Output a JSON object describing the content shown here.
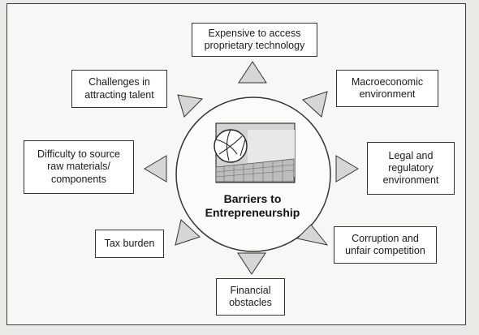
{
  "center": {
    "label": "Barriers to\nEntrepreneurship",
    "image": "volleyball-net-illustration"
  },
  "barriers": [
    {
      "key": "technology",
      "label": "Expensive to access\nproprietary technology"
    },
    {
      "key": "macroeconomic",
      "label": "Macroeconomic\nenvironment"
    },
    {
      "key": "legal",
      "label": "Legal and\nregulatory\nenvironment"
    },
    {
      "key": "corruption",
      "label": "Corruption and\nunfair competition"
    },
    {
      "key": "financial",
      "label": "Financial\nobstacles"
    },
    {
      "key": "tax",
      "label": "Tax burden"
    },
    {
      "key": "raw-materials",
      "label": "Difficulty to source\nraw materials/\ncomponents"
    },
    {
      "key": "talent",
      "label": "Challenges in\nattracting talent"
    }
  ],
  "colors": {
    "arrow_fill": "#d6d6d6",
    "border": "#333333",
    "circle_fill": "#fbfbfa"
  }
}
